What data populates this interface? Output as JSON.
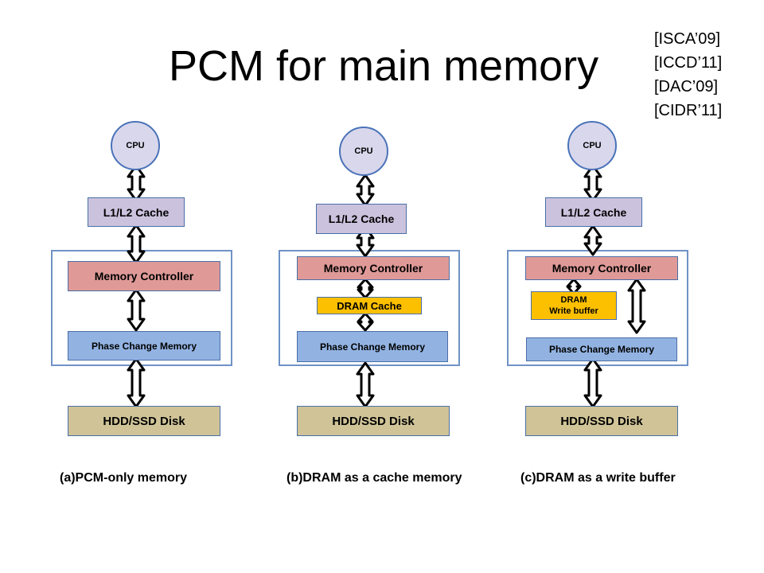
{
  "title": "PCM for main memory",
  "references": [
    "[ISCA’09]",
    "[ICCD’11]",
    "[DAC’09]",
    "[CIDR’11]"
  ],
  "diagrams": {
    "a": {
      "cpu": "CPU",
      "cache": "L1/L2 Cache",
      "memory_controller": "Memory Controller",
      "pcm": "Phase Change Memory",
      "disk": "HDD/SSD Disk",
      "caption": "(a)PCM-only  memory"
    },
    "b": {
      "cpu": "CPU",
      "cache": "L1/L2 Cache",
      "memory_controller": "Memory Controller",
      "dram": "DRAM Cache",
      "pcm": "Phase Change Memory",
      "disk": "HDD/SSD Disk",
      "caption": "(b)DRAM as a cache memory"
    },
    "c": {
      "cpu": "CPU",
      "cache": "L1/L2 Cache",
      "memory_controller": "Memory Controller",
      "dram_line1": "DRAM",
      "dram_line2": "Write buffer",
      "pcm": "Phase Change Memory",
      "disk": "HDD/SSD Disk",
      "caption": "(c)DRAM as a write buffer"
    }
  },
  "colors": {
    "cpu": "#d9d7ec",
    "cache": "#cbc2dd",
    "memory_controller": "#df9a98",
    "pcm": "#92b3e2",
    "dram": "#fcc000",
    "disk": "#cfc397",
    "frame": "#6f92c6"
  }
}
